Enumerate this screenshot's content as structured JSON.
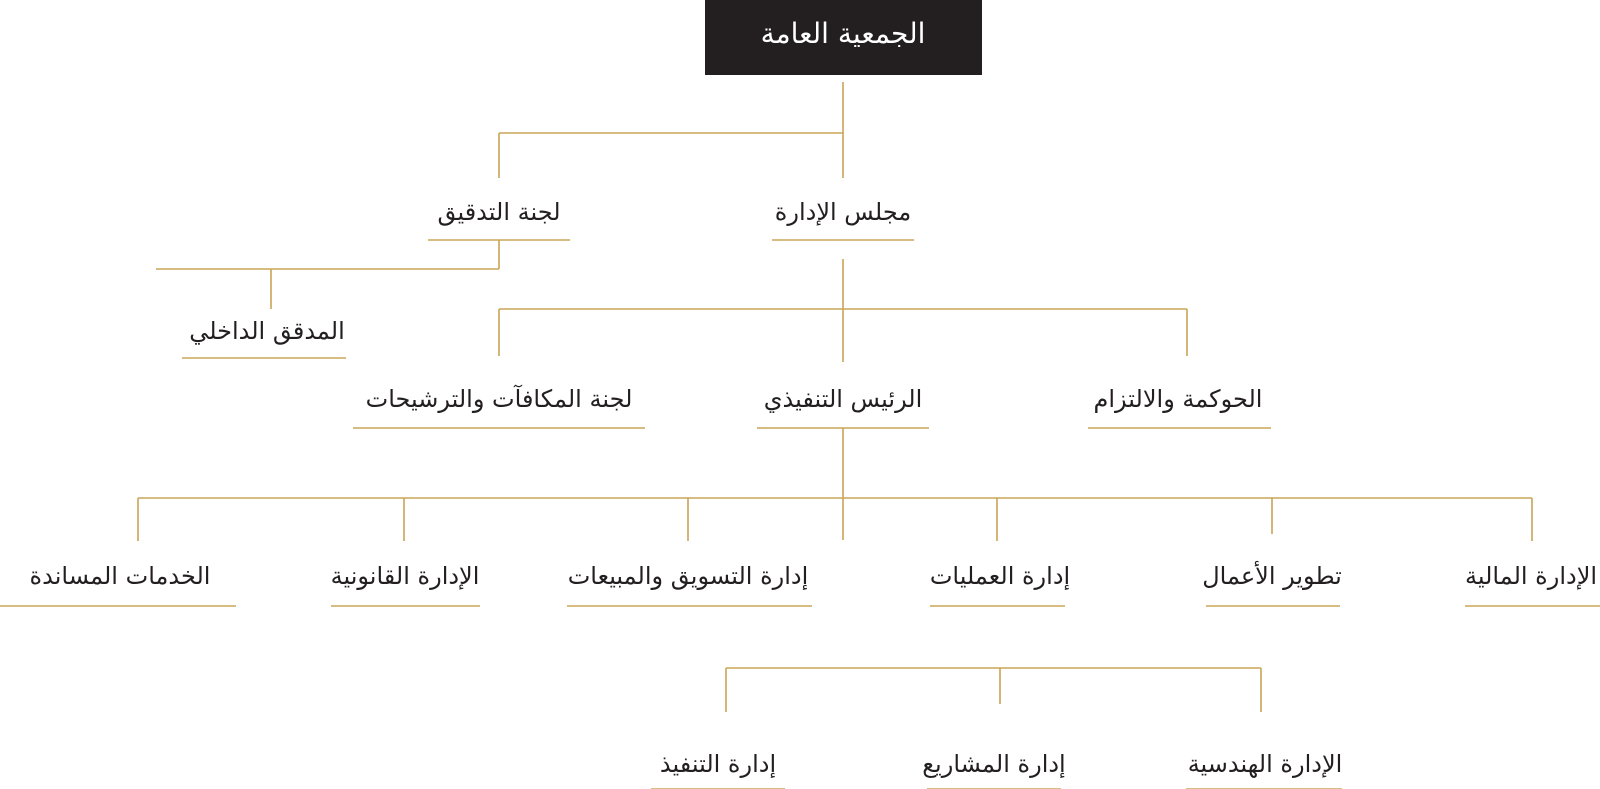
{
  "colors": {
    "connector": "#c9a557",
    "root_background": "#231f20",
    "root_text": "#ffffff",
    "node_text": "#231f20",
    "background": "#ffffff"
  },
  "nodes": {
    "general_assembly": "الجمعية العامة",
    "board_of_directors": "مجلس الإدارة",
    "audit_committee": "لجنة التدقيق",
    "internal_auditor": "المدقق الداخلي",
    "governance_compliance": "الحوكمة والالتزام",
    "ceo": "الرئيس التنفيذي",
    "remuneration_nominations": "لجنة المكافآت والترشيحات",
    "finance_department": "الإدارة المالية",
    "business_development": "تطوير الأعمال",
    "operations_department": "إدارة العمليات",
    "marketing_sales": "إدارة التسويق والمبيعات",
    "legal_department": "الإدارة القانونية",
    "support_services": "الخدمات المساندة",
    "engineering_department": "الإدارة الهندسية",
    "projects_department": "إدارة المشاريع",
    "execution_department": "إدارة التنفيذ"
  }
}
